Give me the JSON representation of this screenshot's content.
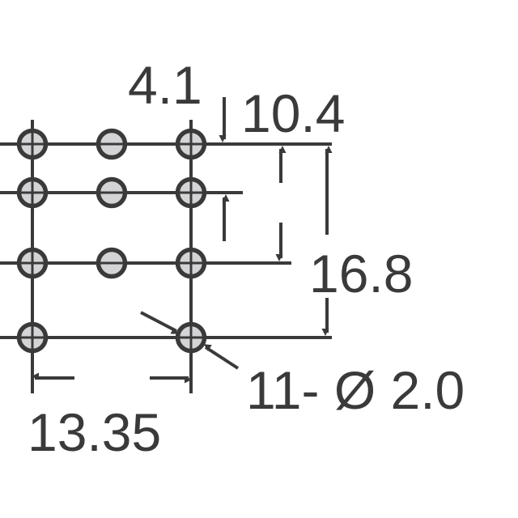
{
  "dimensions": {
    "pin_offset": "4.1",
    "row_spacing": "10.4",
    "total_height": "16.8",
    "column_spacing": "13.35",
    "hole_spec": "11- Ø 2.0"
  },
  "colors": {
    "line": "#3a3a3a",
    "hole_fill": "#d4d4d6"
  },
  "holes": [
    {
      "col": 0,
      "row": 0
    },
    {
      "col": 1,
      "row": 0
    },
    {
      "col": 2,
      "row": 0
    },
    {
      "col": 0,
      "row": 1
    },
    {
      "col": 1,
      "row": 1
    },
    {
      "col": 2,
      "row": 1
    },
    {
      "col": 0,
      "row": 2
    },
    {
      "col": 1,
      "row": 2
    },
    {
      "col": 2,
      "row": 2
    },
    {
      "col": 0,
      "row": 3
    },
    {
      "col": 2,
      "row": 3
    }
  ]
}
